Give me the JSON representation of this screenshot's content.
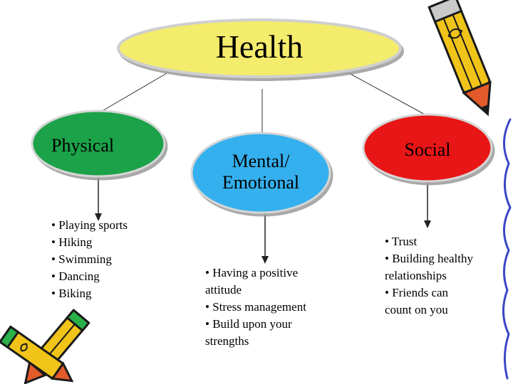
{
  "root": {
    "label": "Health"
  },
  "categories": [
    {
      "key": "physical",
      "label": "Physical",
      "items": [
        "Playing sports",
        "Hiking",
        "Swimming",
        "Dancing",
        "Biking"
      ]
    },
    {
      "key": "mental",
      "label": "Mental/ Emotional",
      "line1": "Mental/",
      "line2": "Emotional",
      "items": [
        "Having a positive attitude",
        "Stress management",
        "Build upon your strengths"
      ]
    },
    {
      "key": "social",
      "label": "Social",
      "items": [
        "Trust",
        "Building healthy relationships",
        "Friends can count on you"
      ]
    }
  ],
  "lists": {
    "physical": [
      [
        "• Playing sports"
      ],
      [
        "• Hiking"
      ],
      [
        "• Swimming"
      ],
      [
        "• Dancing"
      ],
      [
        "• Biking"
      ]
    ],
    "mental": [
      [
        "• Having a positive"
      ],
      [
        "attitude"
      ],
      [
        "• Stress management"
      ],
      [
        "• Build upon your"
      ],
      [
        "strengths"
      ]
    ],
    "social": [
      [
        "• Trust"
      ],
      [
        "• Building healthy"
      ],
      [
        "relationships"
      ],
      [
        "• Friends can"
      ],
      [
        "count on you"
      ]
    ]
  },
  "colors": {
    "health": "#f4ec6c",
    "physical": "#1aa24a",
    "mental": "#34b0ee",
    "social": "#e81414",
    "pencil_body": "#f0c419",
    "pencil_tip": "#e35b2b"
  },
  "icons": [
    "pencil-icon",
    "pencil-icon",
    "pencil-icon",
    "scribble-decoration"
  ]
}
